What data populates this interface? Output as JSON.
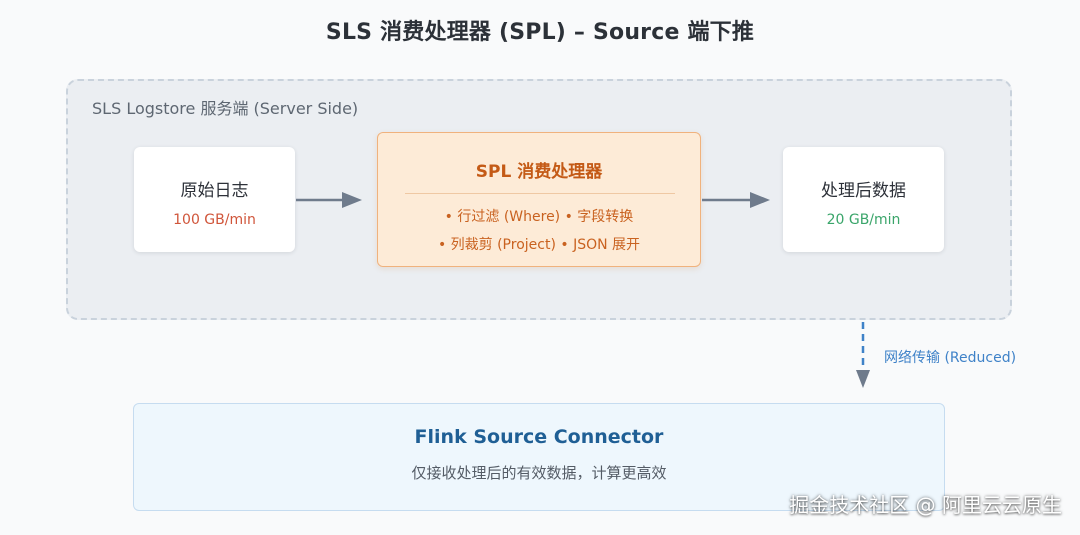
{
  "title": "SLS 消费处理器 (SPL) – Source 端下推",
  "server": {
    "label": "SLS Logstore 服务端 (Server Side)"
  },
  "raw_logs": {
    "title": "原始日志",
    "rate": "100 GB/min"
  },
  "spl": {
    "title": "SPL 消费处理器",
    "line1": "• 行过滤 (Where) • 字段转换",
    "line2": "• 列裁剪 (Project) • JSON 展开"
  },
  "processed": {
    "title": "处理后数据",
    "rate": "20 GB/min"
  },
  "network": {
    "label": "网络传输 (Reduced)"
  },
  "client": {
    "title": "Flink Source Connector",
    "description": "仅接收处理后的有效数据，计算更高效"
  },
  "watermark": "掘金技术社区 @ 阿里云云原生",
  "colors": {
    "raw_rate": "#d0553a",
    "processed_rate": "#3aa56a",
    "spl_accent": "#c45a16",
    "network": "#3f82c8",
    "client_title": "#1f5f95",
    "arrow": "#6f7b8c"
  }
}
